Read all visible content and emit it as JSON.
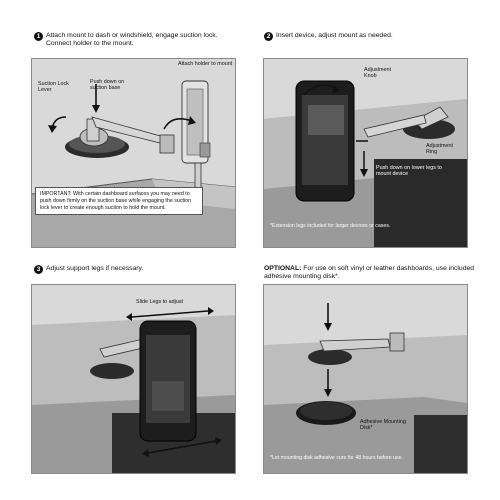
{
  "steps": [
    {
      "number": "1",
      "instruction": "Attach mount to dash or windshield, engage suction lock. Connect holder to the mount.",
      "labels": {
        "suction_lock_lever": "Suction Lock Lever",
        "push_down": "Push down on suction base",
        "attach_holder": "Attach holder to mount"
      },
      "important_note": "IMPORTANT: With certain dashboard surfaces you may need to push down firmly on the suction base while engaging the suction lock lever to create enough suction to hold the mount."
    },
    {
      "number": "2",
      "instruction": "Insert device, adjust mount as needed.",
      "labels": {
        "adjustment_knob": "Adjustment Knob",
        "adjustment_ring": "Adjustment Ring",
        "push_down_legs": "Push down on lower legs to mount device"
      },
      "footnote": "*Extension legs included for larger devices or cases."
    },
    {
      "number": "3",
      "instruction": "Adjust support legs if necessary.",
      "labels": {
        "slide_legs": "Slide Legs to adjust"
      }
    },
    {
      "optional_heading": "OPTIONAL:",
      "instruction": "For use on soft vinyl or leather dashboards, use included adhesive mounting disk*.",
      "labels": {
        "adhesive_disk": "Adhesive Mounting Disk*"
      },
      "footnote": "*Let mounting disk adhesive cure for 48 hours before use."
    }
  ],
  "colors": {
    "panel_bg": "#d9d9d9",
    "dash_gray": "#8c8c8c",
    "dark": "#1a1a1a",
    "text": "#111111"
  },
  "icons": [
    "arrow-icon",
    "suction-mount-icon",
    "phone-holder-icon",
    "smartphone-icon",
    "adhesive-disk-icon"
  ]
}
